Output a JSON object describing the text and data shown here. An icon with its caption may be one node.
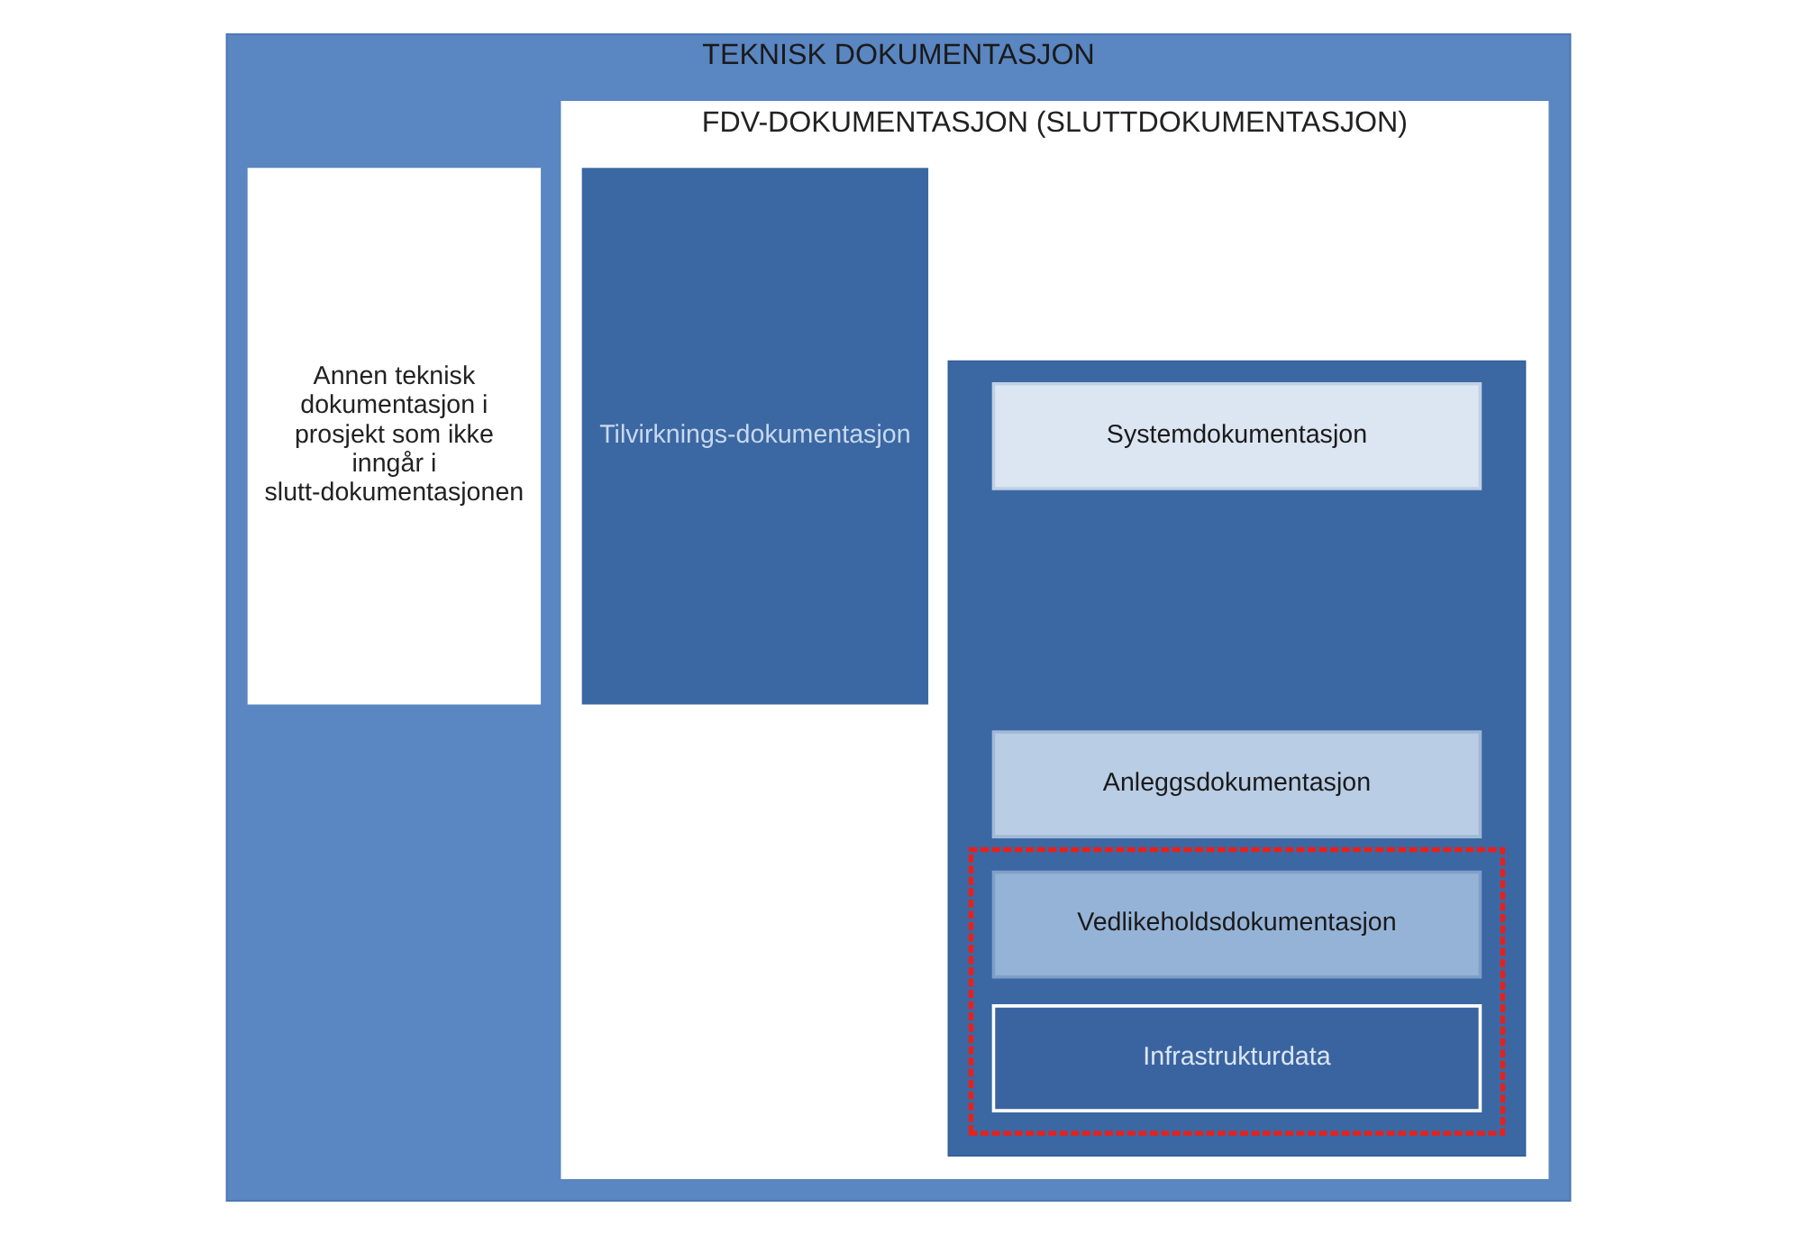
{
  "diagram": {
    "nodes": [
      {
        "text": [
          "TEKNISK DOKUMENTASJON"
        ]
      },
      {
        "text": [
          "Annen teknisk dokumentasjon i prosjekt som ikke inngår i slutt-dokumentasjonen"
        ],
        "in": 0
      },
      {
        "text": [
          "FDV-DOKUMENTASJON (SLUTTDOKUMENTASJON)"
        ],
        "in": 0
      },
      {
        "text": [
          "Tilvirknings-dokumentasjon"
        ],
        "in": 2
      },
      {
        "text": [],
        "shape": "box",
        "in": 2
      },
      {
        "text": [
          "Systemdokumentasjon"
        ],
        "in": 4
      },
      {
        "text": [
          "Anleggsdokumentasjon"
        ],
        "in": 4
      },
      {
        "text": [],
        "shape": "box",
        "in": 4
      },
      {
        "text": [
          "Vedlikeholdsdokumentasjon"
        ],
        "in": 7
      },
      {
        "text": [
          "Infrastrukturdata"
        ],
        "in": 7
      }
    ]
  }
}
